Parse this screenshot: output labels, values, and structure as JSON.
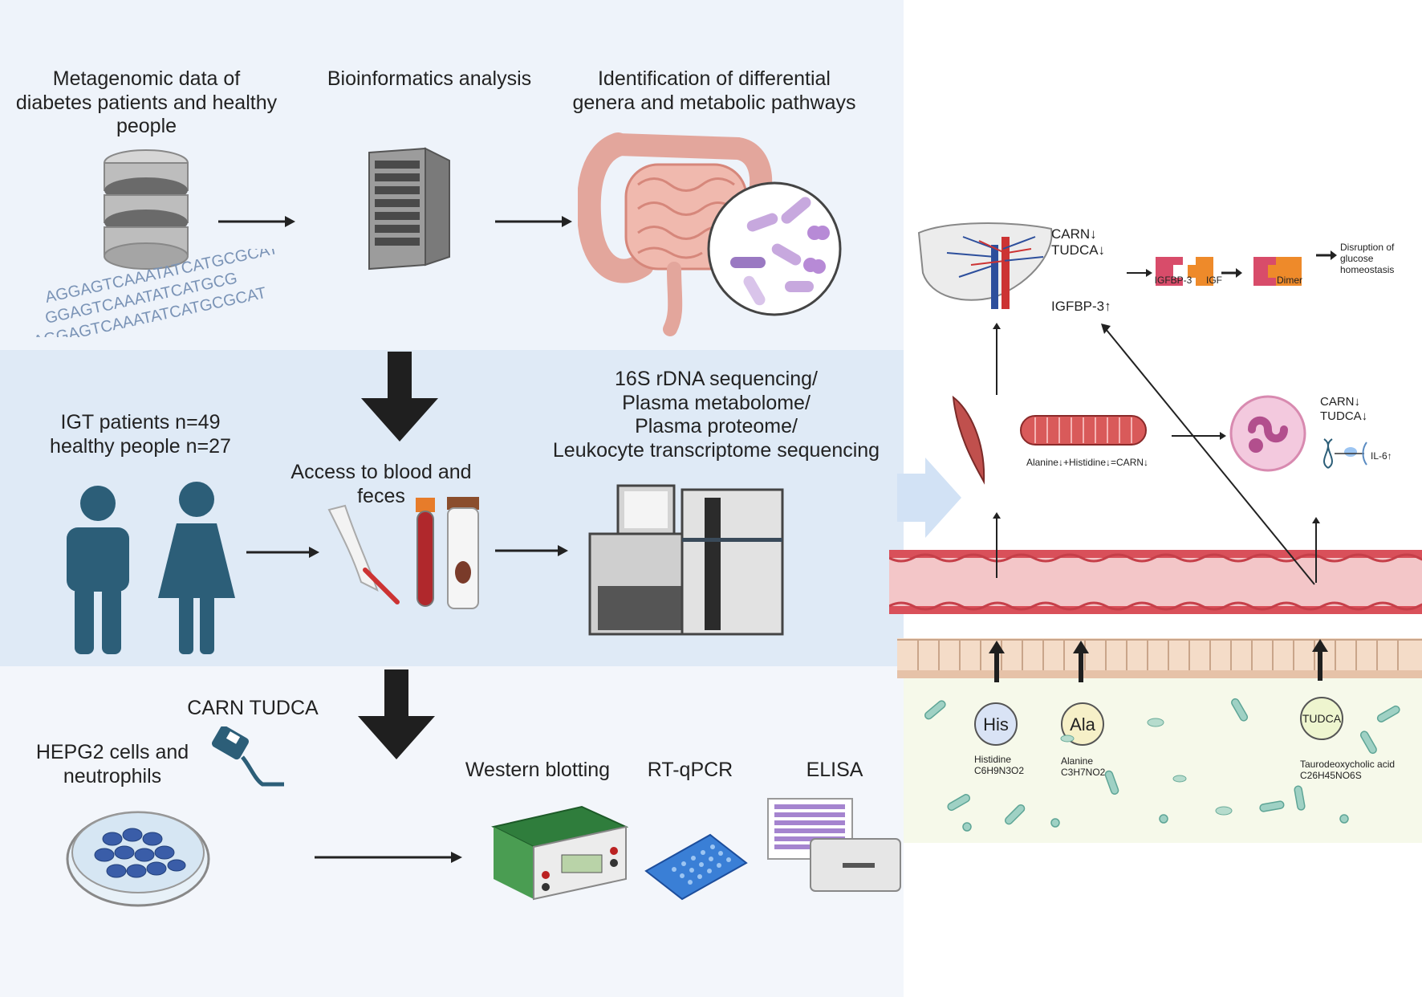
{
  "top": {
    "step1": [
      "Metagenomic data of",
      "diabetes patients and healthy",
      "people"
    ],
    "step2": "Bioinformatics analysis",
    "step3": [
      "Identification of differential",
      "genera and metabolic pathways"
    ],
    "dna_lines": [
      "AGGAGTCAAATATCATGCGCAT",
      "GGAGTCAAATATCATGCG",
      "AGGAGTCAAATATCATGCGCAT"
    ]
  },
  "middle": {
    "cohort": [
      "IGT patients n=49",
      "healthy people n=27"
    ],
    "sampling": [
      "Access to blood and",
      "feces"
    ],
    "sequencing": [
      "16S rDNA sequencing/",
      "Plasma metabolome/",
      "Plasma proteome/",
      "Leukocyte transcriptome sequencing"
    ]
  },
  "bottom": {
    "compounds": "CARN TUDCA",
    "cells": [
      "HEPG2 cells and",
      "neutrophils"
    ],
    "assays": [
      "Western blotting",
      "RT-qPCR",
      "ELISA"
    ]
  },
  "right": {
    "liver_label": [
      "CARN↓",
      "TUDCA↓"
    ],
    "igfbp_up": "IGFBP-3↑",
    "igfbp_label": "IGFBP-3",
    "igf_label": "IGF",
    "dimer_label": "Dimer",
    "disruption": [
      "Disruption of",
      "glucose",
      "homeostasis"
    ],
    "muscle_eq": "Alanine↓+Histidine↓=CARN↓",
    "neutro_label": [
      "CARN↓",
      "TUDCA↓"
    ],
    "il6": "IL-6↑",
    "metabolites": [
      {
        "abbr": "His",
        "name": "Histidine",
        "formula": "C6H9N3O2"
      },
      {
        "abbr": "Ala",
        "name": "Alanine",
        "formula": "C3H7NO2"
      },
      {
        "abbr": "TUDCA",
        "name": "Taurodeoxycholic acid",
        "formula": "C26H45NO6S"
      }
    ]
  },
  "colors": {
    "top_bg": "#eef3fa",
    "mid_bg": "#dfeaf6",
    "bottom_bg": "#f3f6fb",
    "person": "#2c5e78",
    "vessel": "#d9505a",
    "arrow": "#222222"
  }
}
